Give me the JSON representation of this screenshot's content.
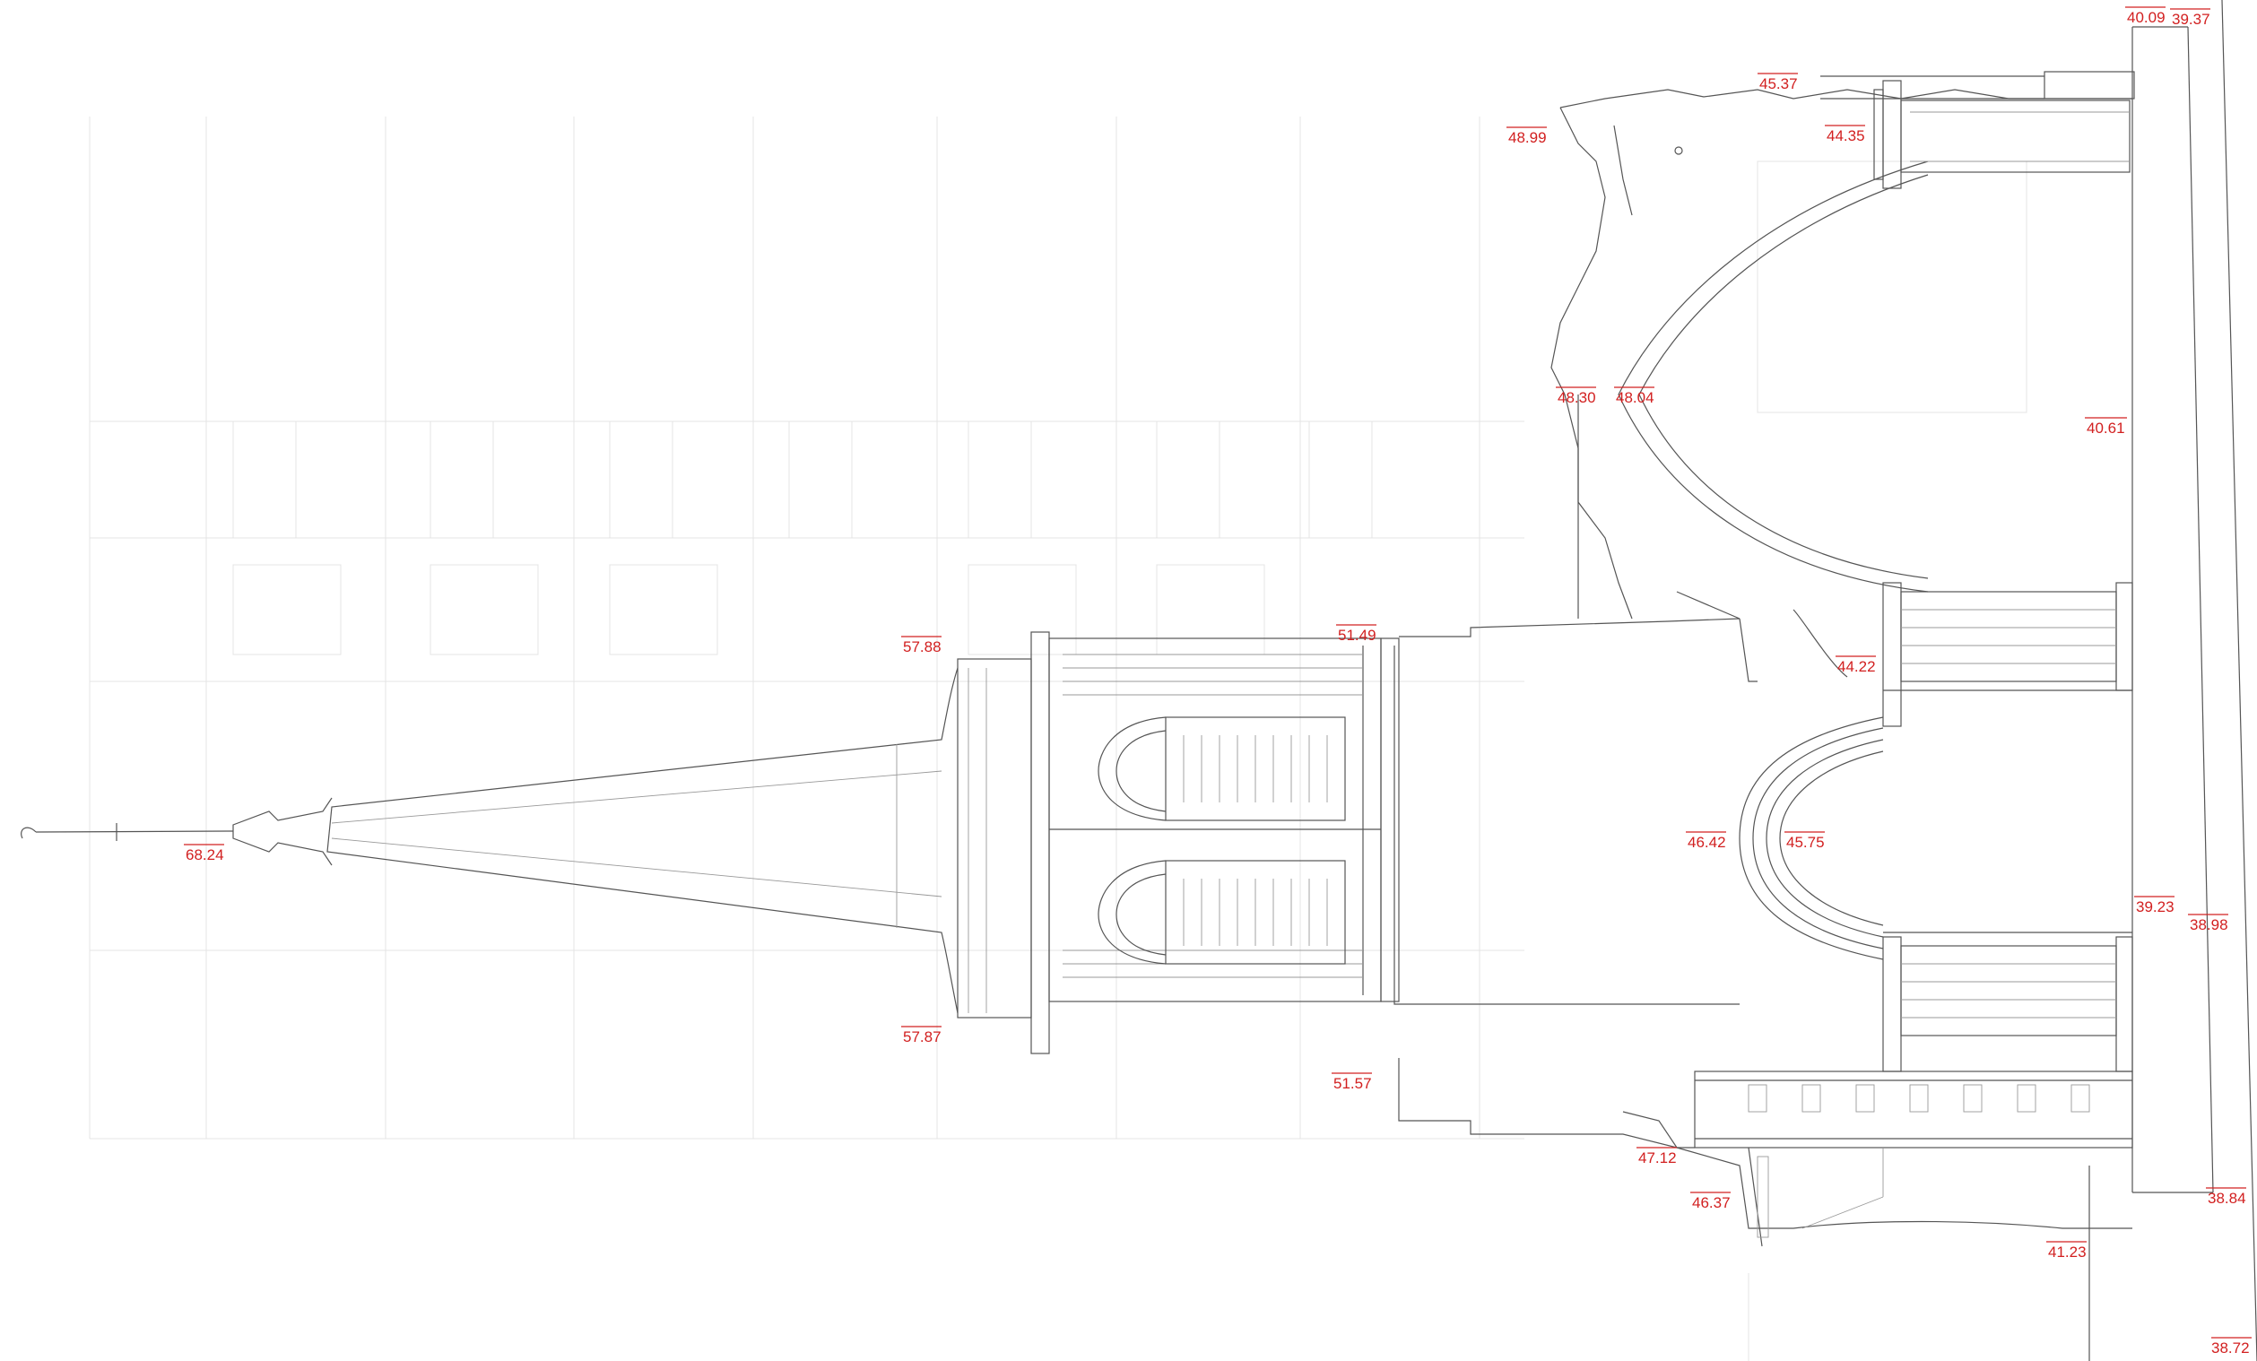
{
  "drawing": {
    "elevation_labels": [
      {
        "text": "40.09"
      },
      {
        "text": "39.37"
      },
      {
        "text": "45.37"
      },
      {
        "text": "44.35"
      },
      {
        "text": "48.99"
      },
      {
        "text": "48.30"
      },
      {
        "text": "48.04"
      },
      {
        "text": "40.61"
      },
      {
        "text": "57.88"
      },
      {
        "text": "51.49"
      },
      {
        "text": "44.22"
      },
      {
        "text": "68.24"
      },
      {
        "text": "46.42"
      },
      {
        "text": "45.75"
      },
      {
        "text": "39.23"
      },
      {
        "text": "38.98"
      },
      {
        "text": "57.87"
      },
      {
        "text": "51.57"
      },
      {
        "text": "47.12"
      },
      {
        "text": "46.37"
      },
      {
        "text": "38.84"
      },
      {
        "text": "41.23"
      },
      {
        "text": "38.72"
      }
    ]
  },
  "colors": {
    "label": "#d22020",
    "line": "#555555",
    "background_lines": "#e4e4e4"
  }
}
